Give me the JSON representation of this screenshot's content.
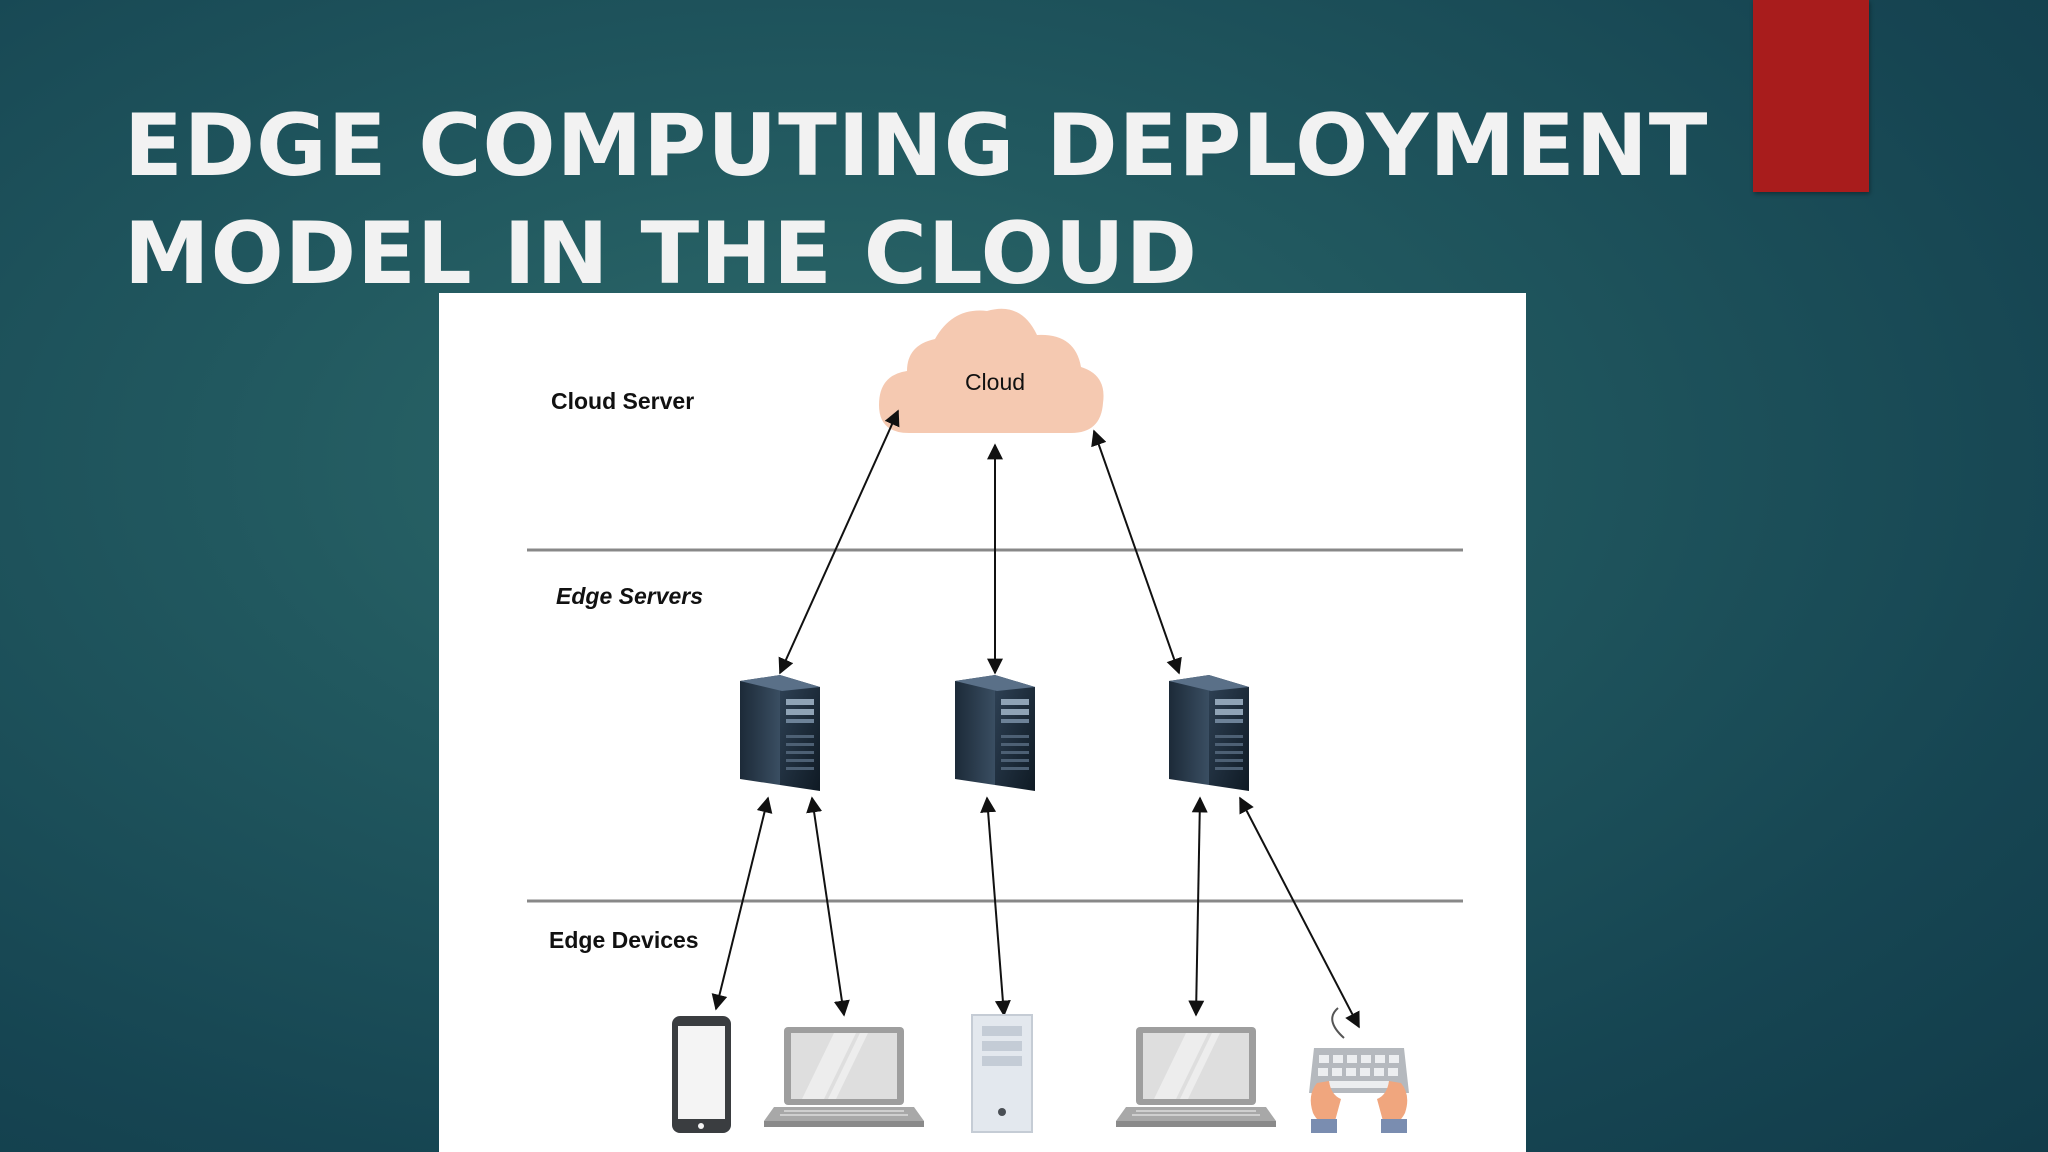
{
  "slide": {
    "title_line1": "EDGE COMPUTING DEPLOYMENT",
    "title_line2": "MODEL IN THE CLOUD"
  },
  "diagram": {
    "cloud_label": "Cloud",
    "tiers": [
      {
        "label": "Cloud Server"
      },
      {
        "label": "Edge Servers"
      },
      {
        "label": "Edge Devices"
      }
    ],
    "edge_servers": [
      "server-tower-icon",
      "server-tower-icon",
      "server-tower-icon"
    ],
    "edge_devices": [
      "smartphone-icon",
      "laptop-icon",
      "desktop-tower-icon",
      "laptop-icon",
      "keyboard-hands-icon"
    ]
  },
  "colors": {
    "background": "#1d5259",
    "accent_bar": "#a81c1c",
    "cloud_fill": "#f5c9b1",
    "divider": "#888888"
  }
}
